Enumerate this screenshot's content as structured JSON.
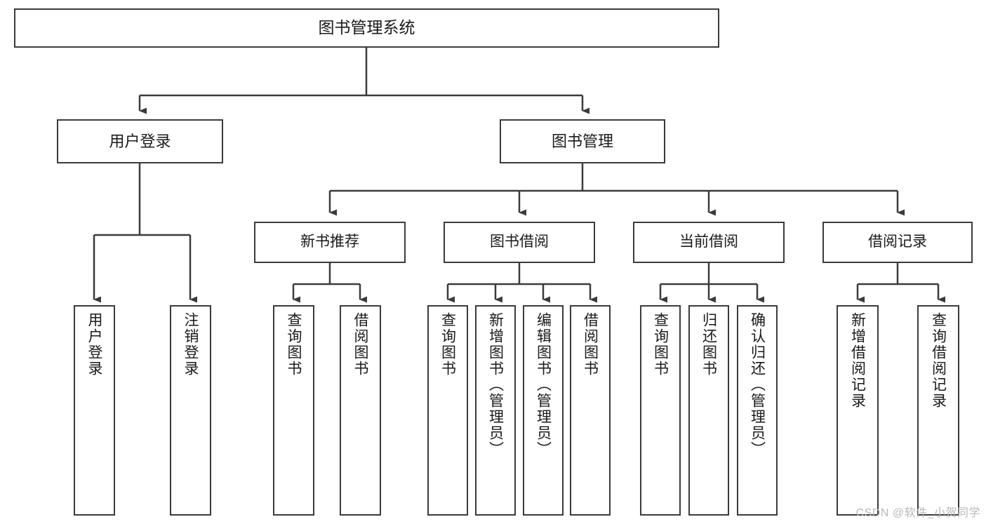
{
  "diagram": {
    "title": "图书管理系统",
    "type": "tree-hierarchy-diagram",
    "colors": {
      "box_border": "#3b3b3b",
      "box_fill": "#ffffff",
      "connector": "#3b3b3b",
      "text": "#1a1a1a",
      "watermark": "#b8b8b8",
      "background": "#ffffff"
    },
    "root": {
      "label": "图书管理系统"
    },
    "level2": [
      {
        "id": "user-login",
        "label": "用户登录"
      },
      {
        "id": "book-management",
        "label": "图书管理"
      }
    ],
    "level3": [
      {
        "id": "new-book-recommend",
        "label": "新书推荐"
      },
      {
        "id": "book-borrow",
        "label": "图书借阅"
      },
      {
        "id": "current-borrow",
        "label": "当前借阅"
      },
      {
        "id": "borrow-record",
        "label": "借阅记录"
      }
    ],
    "leaves": {
      "user_login": [
        {
          "id": "leaf-user-login",
          "label": "用户登录"
        },
        {
          "id": "leaf-logout-login",
          "label": "注销登录"
        }
      ],
      "new_book_recommend": [
        {
          "id": "leaf-query-book-1",
          "label": "查询图书"
        },
        {
          "id": "leaf-borrow-book-1",
          "label": "借阅图书"
        }
      ],
      "book_borrow": [
        {
          "id": "leaf-query-book-2",
          "label": "查询图书"
        },
        {
          "id": "leaf-add-book",
          "label": "新增图书（管理员）"
        },
        {
          "id": "leaf-edit-book",
          "label": "编辑图书（管理员）"
        },
        {
          "id": "leaf-borrow-book-2",
          "label": "借阅图书"
        }
      ],
      "current_borrow": [
        {
          "id": "leaf-query-book-3",
          "label": "查询图书"
        },
        {
          "id": "leaf-return-book",
          "label": "归还图书"
        },
        {
          "id": "leaf-confirm-return",
          "label": "确认归还（管理员）"
        }
      ],
      "borrow_record": [
        {
          "id": "leaf-add-record",
          "label": "新增借阅记录"
        },
        {
          "id": "leaf-query-record",
          "label": "查询借阅记录"
        }
      ]
    }
  },
  "watermark": {
    "text": "CSDN @软件_小贺同学"
  }
}
